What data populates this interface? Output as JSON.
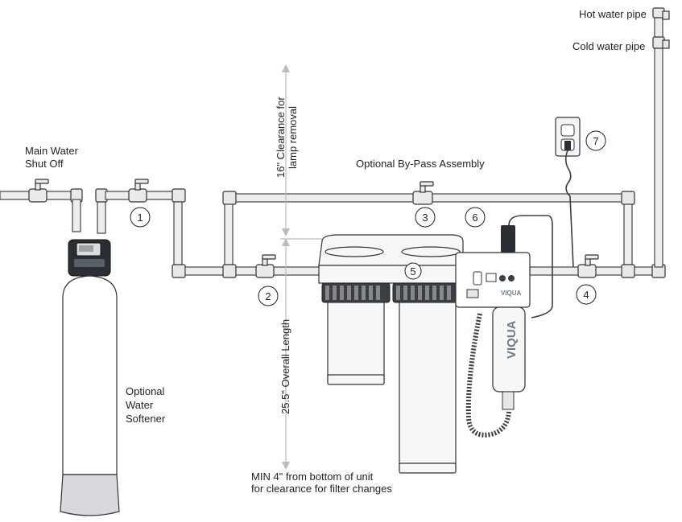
{
  "labels": {
    "hot_water_pipe": "Hot water pipe",
    "cold_water_pipe": "Cold water pipe",
    "main_shutoff_line1": "Main Water",
    "main_shutoff_line2": "Shut Off",
    "bypass": "Optional By-Pass Assembly",
    "clearance_line1": "16\" Clearance for",
    "clearance_line2": "lamp removal",
    "overall_length": "25.5\" Overall Length",
    "softener_line1": "Optional",
    "softener_line2": "Water",
    "softener_line3": "Softener",
    "min_line1": "MIN 4\" from bottom of unit",
    "min_line2": "for clearance for filter changes",
    "brand_side": "VIQUA",
    "brand_front": "VIQUA"
  },
  "callouts": {
    "c1": "1",
    "c2": "2",
    "c3": "3",
    "c4": "4",
    "c5": "5",
    "c6": "6",
    "c7": "7"
  },
  "colors": {
    "line": "#231f20",
    "pipe_fill": "#eceef0",
    "dimension": "#b8bcc0",
    "brand": "#6e7a88",
    "dark_part": "#3a3f45"
  },
  "icons": [
    "valve-icon",
    "power-outlet-icon",
    "water-softener-icon",
    "filter-housing-icon",
    "uv-system-icon"
  ]
}
